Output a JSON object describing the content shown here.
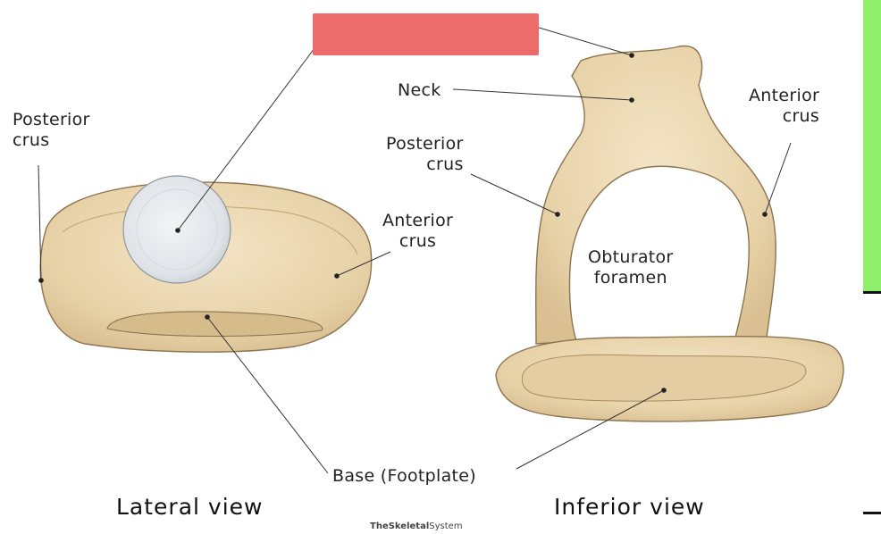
{
  "diagram": {
    "labels": {
      "posterior_crus_left": "Posterior\ncrus",
      "anterior_crus_left": "Anterior\ncrus",
      "neck": "Neck",
      "posterior_crus_right": "Posterior\ncrus",
      "anterior_crus_right": "Anterior\ncrus",
      "obturator_foramen": "Obturator\nforamen",
      "base": "Base (Footplate)"
    },
    "titles": {
      "lateral": "Lateral view",
      "inferior": "Inferior view"
    },
    "watermark": {
      "bold": "TheSkeletal",
      "normal": "System"
    }
  },
  "colors": {
    "bone": "#ecd9b4",
    "bone_shadow": "#d4bb8f",
    "bone_outline": "#8c7450",
    "head": "#e6e9ec",
    "mask": "#ec6b6b",
    "green_panel": "#8ef06c"
  }
}
